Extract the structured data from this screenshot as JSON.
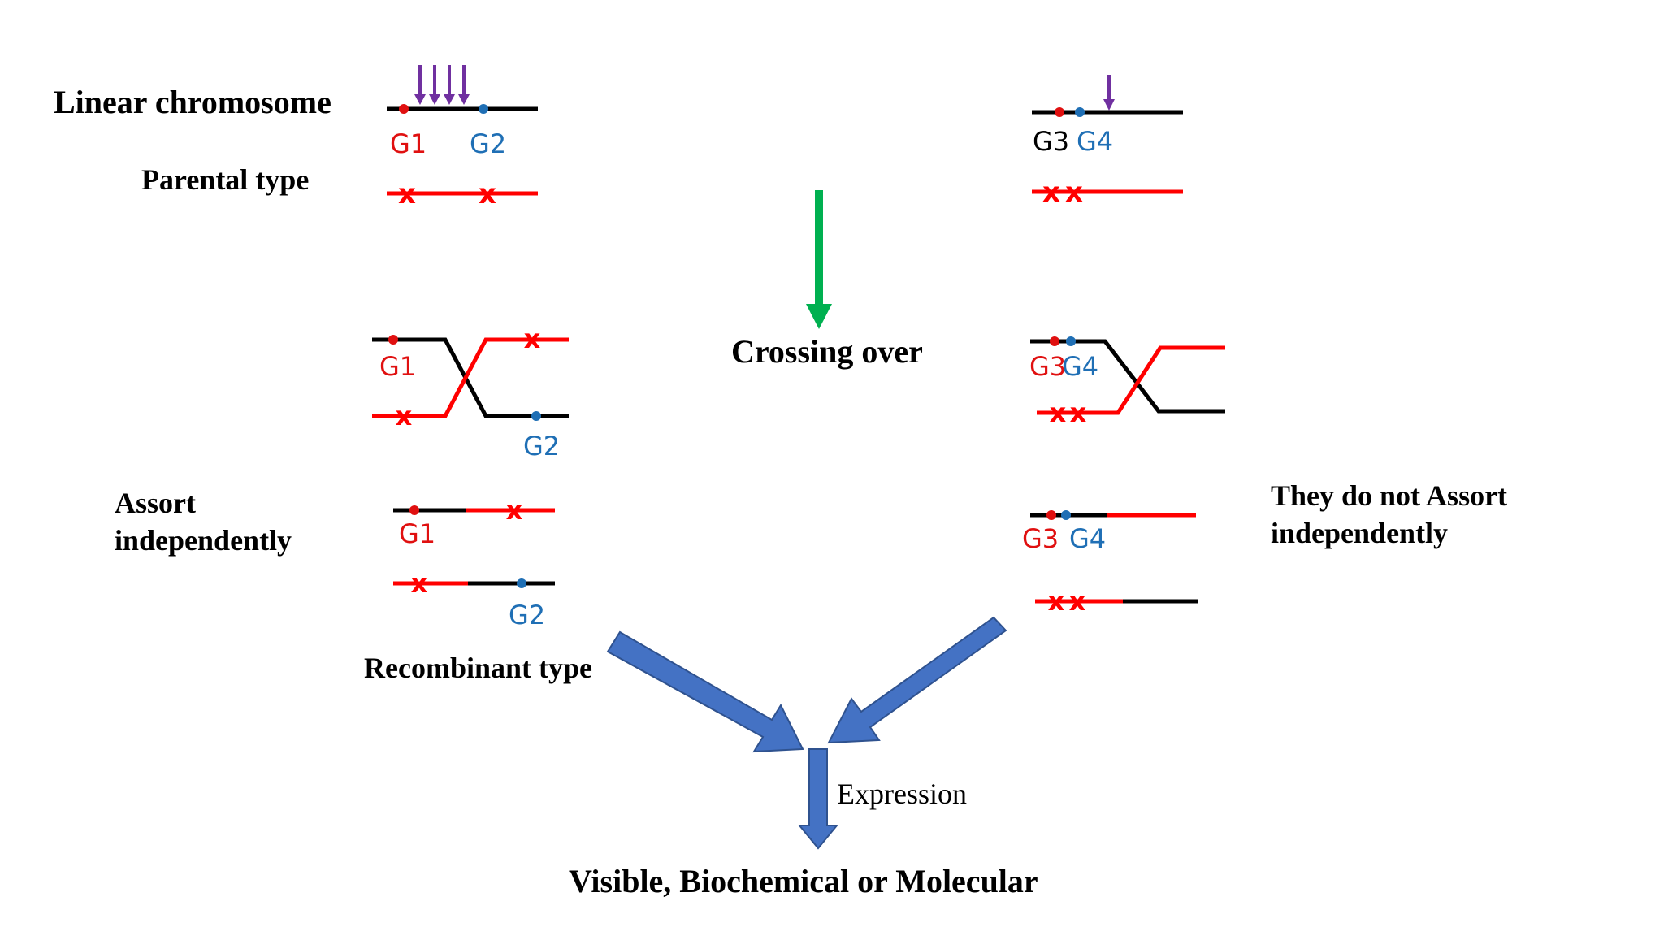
{
  "labels": {
    "linear_chromosome": "Linear chromosome",
    "parental_type": "Parental type",
    "crossing_over": "Crossing over",
    "assort_line1": "Assort",
    "assort_line2": "independently",
    "not_assort_line1": "They do not Assort",
    "not_assort_line2": "independently",
    "recombinant_type": "Recombinant type",
    "expression": "Expression",
    "visible": "Visible, Biochemical or Molecular"
  },
  "genes": {
    "g1": "G1",
    "g2": "G2",
    "g3": "G3",
    "g4": "G4"
  },
  "markers": {
    "x": "x"
  },
  "colors": {
    "black": "#000000",
    "red": "#ff0000",
    "gene_red": "#e01010",
    "gene_blue": "#1f6fb5",
    "purple": "#7030a0",
    "green": "#00b050",
    "blue_arrow": "#4472c4",
    "blue_arrow_edge": "#2f528f"
  }
}
